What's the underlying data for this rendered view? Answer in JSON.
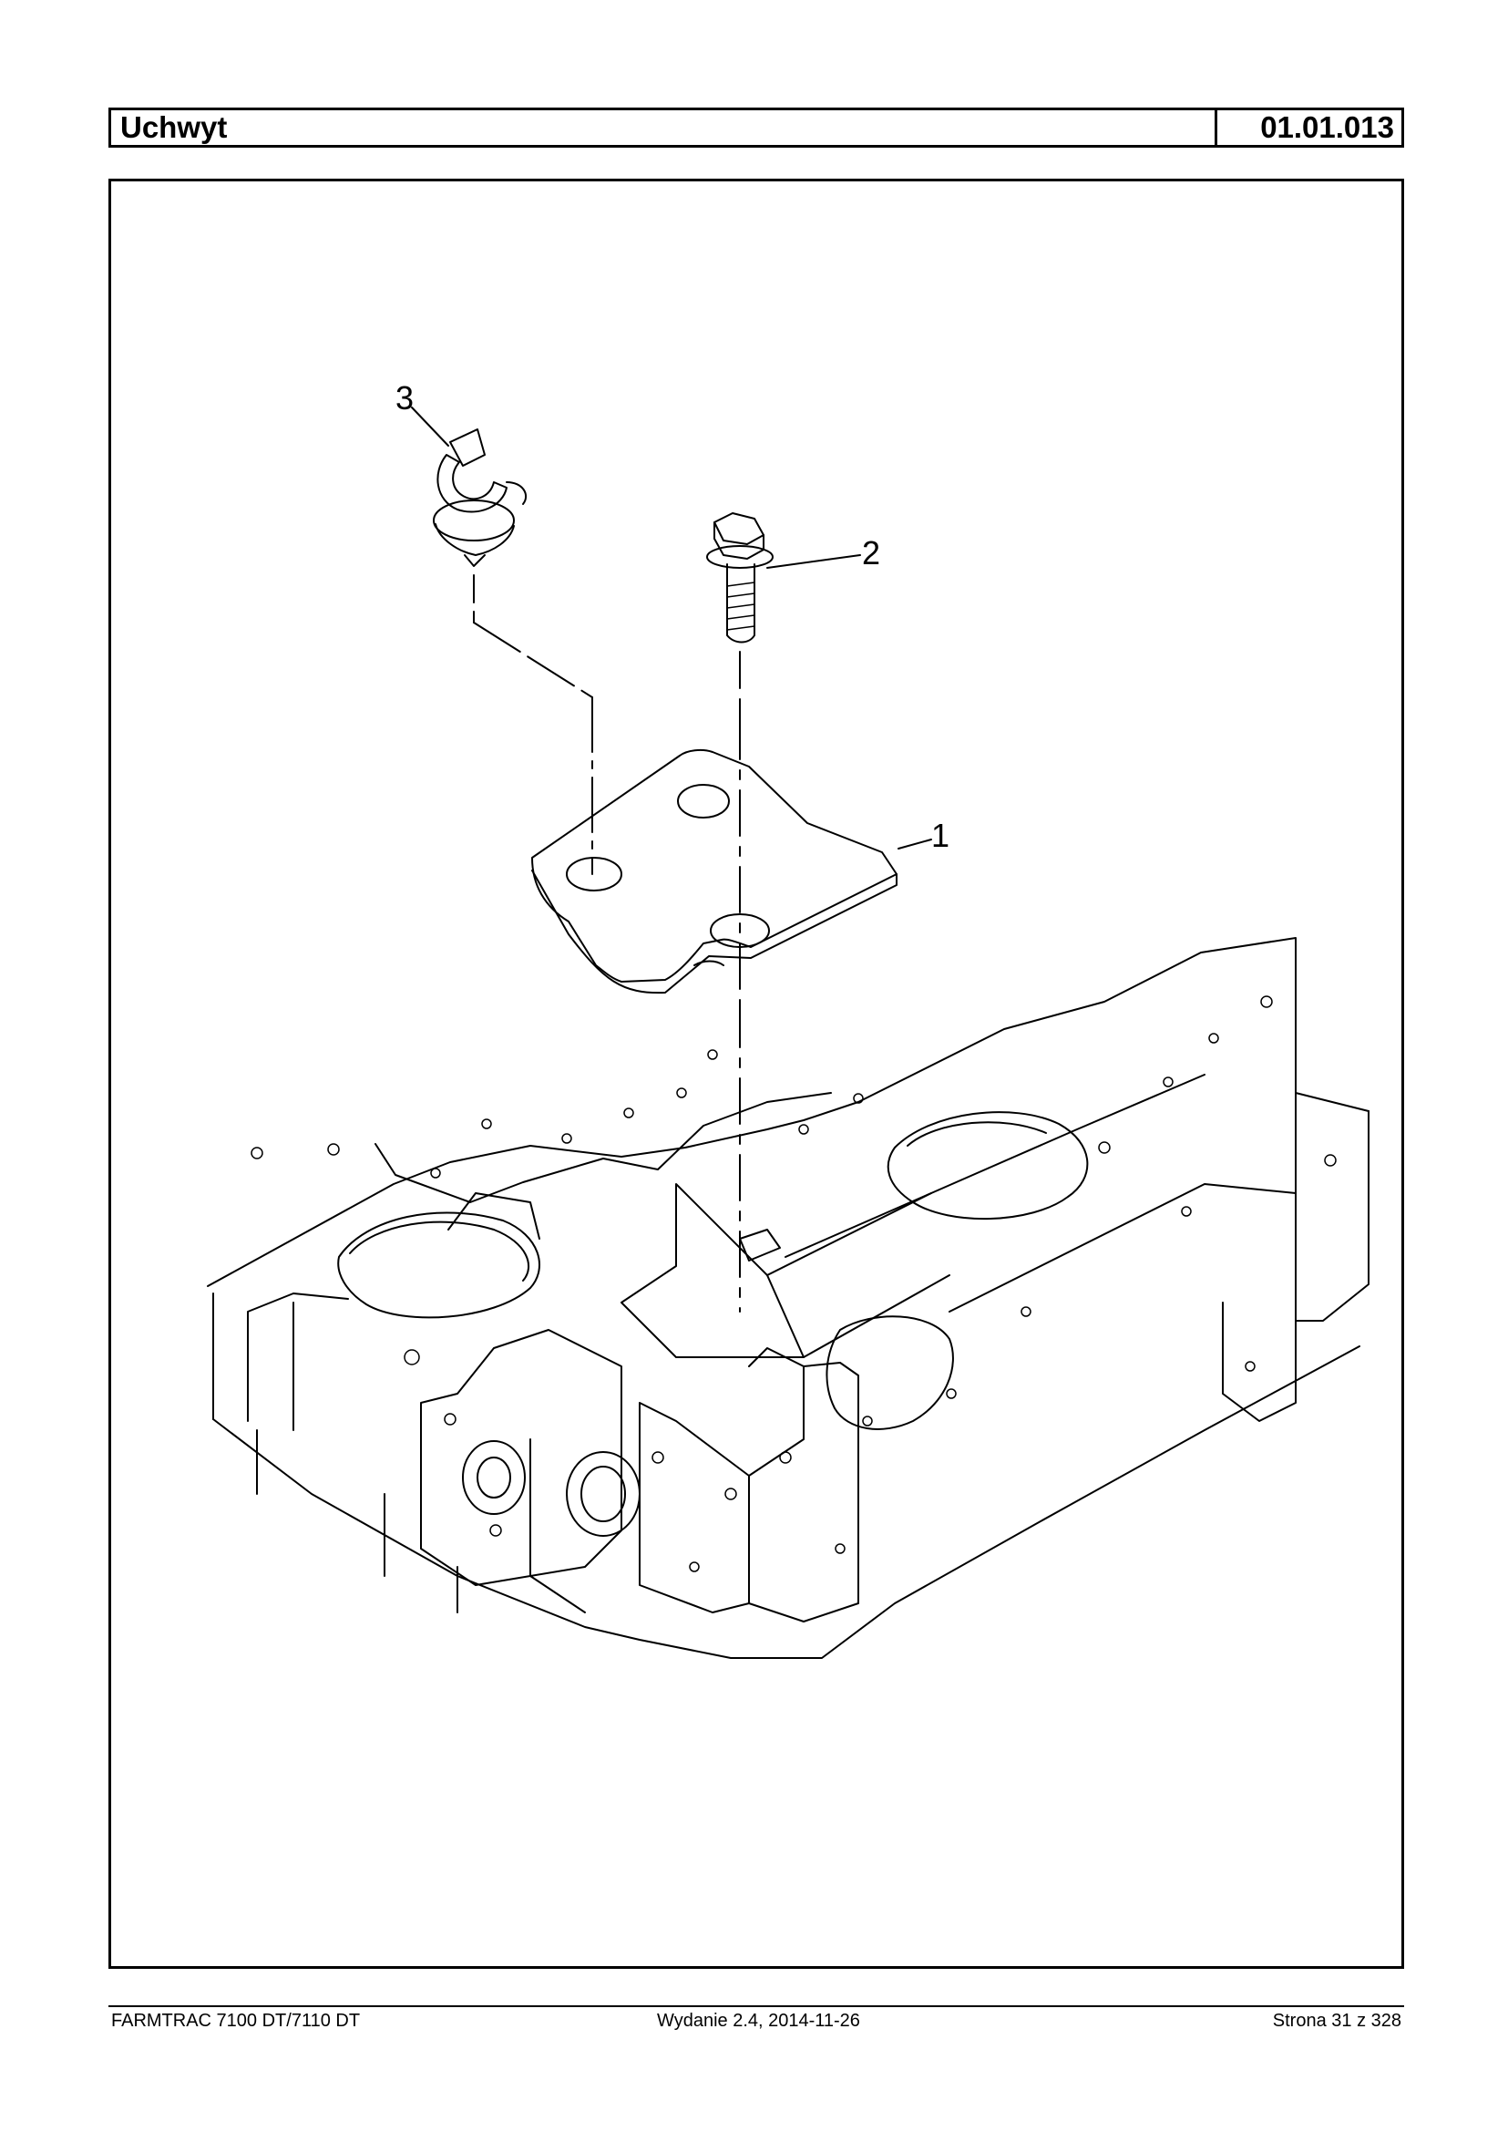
{
  "header": {
    "title": "Uchwyt",
    "code": "01.01.013"
  },
  "figure": {
    "callouts": [
      "1",
      "2",
      "3"
    ]
  },
  "footer": {
    "model": "FARMTRAC 7100 DT/7110 DT",
    "edition": "Wydanie 2.4,  2014-11-26",
    "page": "Strona 31 z 328"
  }
}
